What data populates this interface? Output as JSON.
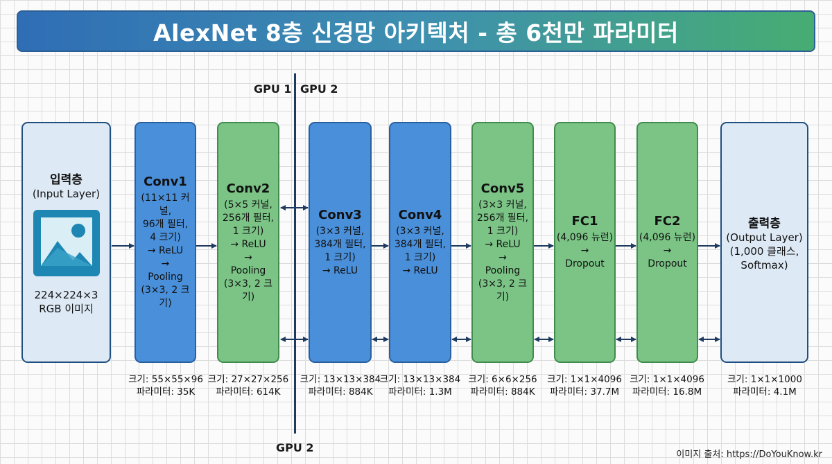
{
  "title": "AlexNet 8층 신경망 아키텍처 - 총 6천만 파라미터",
  "gpu_labels": {
    "top_left": "GPU 1",
    "top_right": "GPU 2",
    "bottom": "GPU 2"
  },
  "input": {
    "title": "입력층",
    "subtitle": "(Input Layer)",
    "icon": "image-icon",
    "size_line": "224×224×3",
    "type_line": "RGB 이미지"
  },
  "layers": [
    {
      "name": "Conv1",
      "color": "blue",
      "lines": [
        "(11×11 커널,",
        "96개 필터,",
        "4 크기)",
        "→ ReLU",
        "→",
        "Pooling",
        "(3×3, 2 크기)"
      ]
    },
    {
      "name": "Conv2",
      "color": "green",
      "lines": [
        "(5×5 커널,",
        "256개 필터,",
        "1 크기)",
        "→ ReLU",
        "→",
        "Pooling",
        "(3×3, 2 크기)"
      ]
    },
    {
      "name": "Conv3",
      "color": "blue",
      "lines": [
        "(3×3 커널,",
        "384개 필터,",
        "1 크기)",
        "→ ReLU"
      ]
    },
    {
      "name": "Conv4",
      "color": "blue",
      "lines": [
        "(3×3 커널,",
        "384개 필터,",
        "1 크기)",
        "→ ReLU"
      ]
    },
    {
      "name": "Conv5",
      "color": "green",
      "lines": [
        "(3×3 커널,",
        "256개 필터,",
        "1 크기)",
        "→ ReLU",
        "→",
        "Pooling",
        "(3×3, 2 크기)"
      ]
    },
    {
      "name": "FC1",
      "color": "green",
      "lines": [
        "(4,096 뉴런)",
        "→",
        "Dropout"
      ]
    },
    {
      "name": "FC2",
      "color": "green",
      "lines": [
        "(4,096 뉴런)",
        "→",
        "Dropout"
      ]
    }
  ],
  "output": {
    "title": "출력층",
    "lines": [
      "(Output Layer)",
      "(1,000 클래스,",
      "Softmax)"
    ]
  },
  "stats": [
    {
      "size": "크기: 55×55×96",
      "params": "파라미터: 35K"
    },
    {
      "size": "크기: 27×27×256",
      "params": "파라미터: 614K"
    },
    {
      "size": "크기: 13×13×384",
      "params": "파라미터: 884K"
    },
    {
      "size": "크기: 13×13×384",
      "params": "파라미터: 1.3M"
    },
    {
      "size": "크기: 6×6×256",
      "params": "파라미터: 884K"
    },
    {
      "size": "크기: 1×1×4096",
      "params": "파라미터: 37.7M"
    },
    {
      "size": "크기: 1×1×4096",
      "params": "파라미터: 16.8M"
    },
    {
      "size": "크기: 1×1×1000",
      "params": "파라미터: 4.1M"
    }
  ],
  "credit": "이미지 출처: https://DoYouKnow.kr"
}
